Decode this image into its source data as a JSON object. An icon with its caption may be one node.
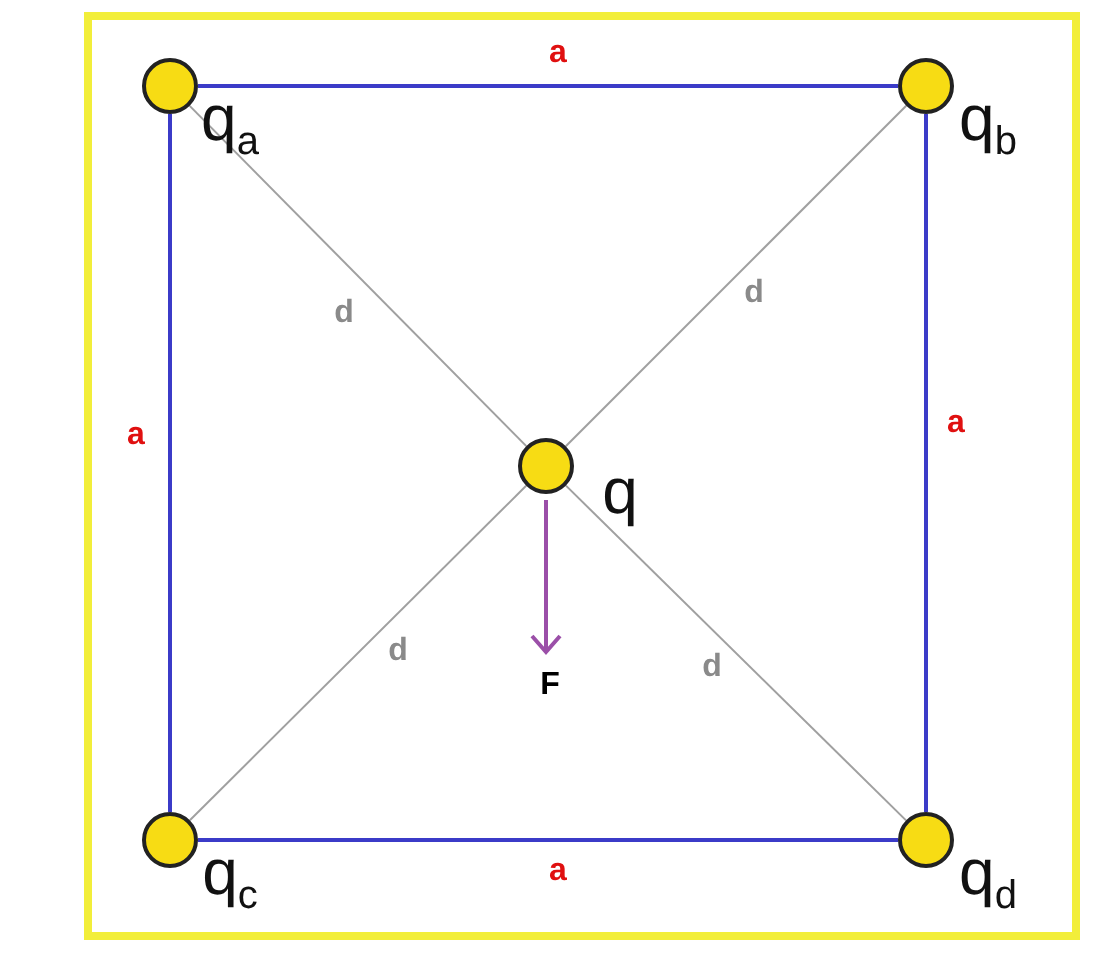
{
  "diagram": {
    "nodes": [
      {
        "text": [],
        "shape": "circle",
        "beside": [
          "q$_{a}$"
        ]
      },
      {
        "text": [],
        "shape": "circle",
        "beside": [
          "q$_{b}$"
        ]
      },
      {
        "text": [],
        "shape": "circle",
        "beside": [
          "q"
        ]
      },
      {
        "text": [],
        "shape": "circle",
        "beside": [
          "q$_{c}$"
        ]
      },
      {
        "text": [],
        "shape": "circle",
        "beside": [
          "q$_{d}$"
        ]
      }
    ],
    "edges": [
      {
        "from": 0,
        "to": 1,
        "arrow": "none",
        "label": "a"
      },
      {
        "from": 0,
        "to": 3,
        "arrow": "none",
        "label": "a"
      },
      {
        "from": 1,
        "to": 4,
        "arrow": "none",
        "label": "a"
      },
      {
        "from": 3,
        "to": 4,
        "arrow": "none",
        "label": "a"
      },
      {
        "from": 0,
        "to": 2,
        "arrow": "none",
        "label": "d",
        "color": "#a0a0a0"
      },
      {
        "from": 1,
        "to": 2,
        "arrow": "none",
        "label": "d",
        "color": "#a0a0a0"
      },
      {
        "from": 3,
        "to": 2,
        "arrow": "none",
        "label": "d",
        "color": "#a0a0a0"
      },
      {
        "from": 4,
        "to": 2,
        "arrow": "none",
        "label": "d",
        "color": "#a0a0a0"
      }
    ],
    "labels": [
      "F"
    ]
  }
}
